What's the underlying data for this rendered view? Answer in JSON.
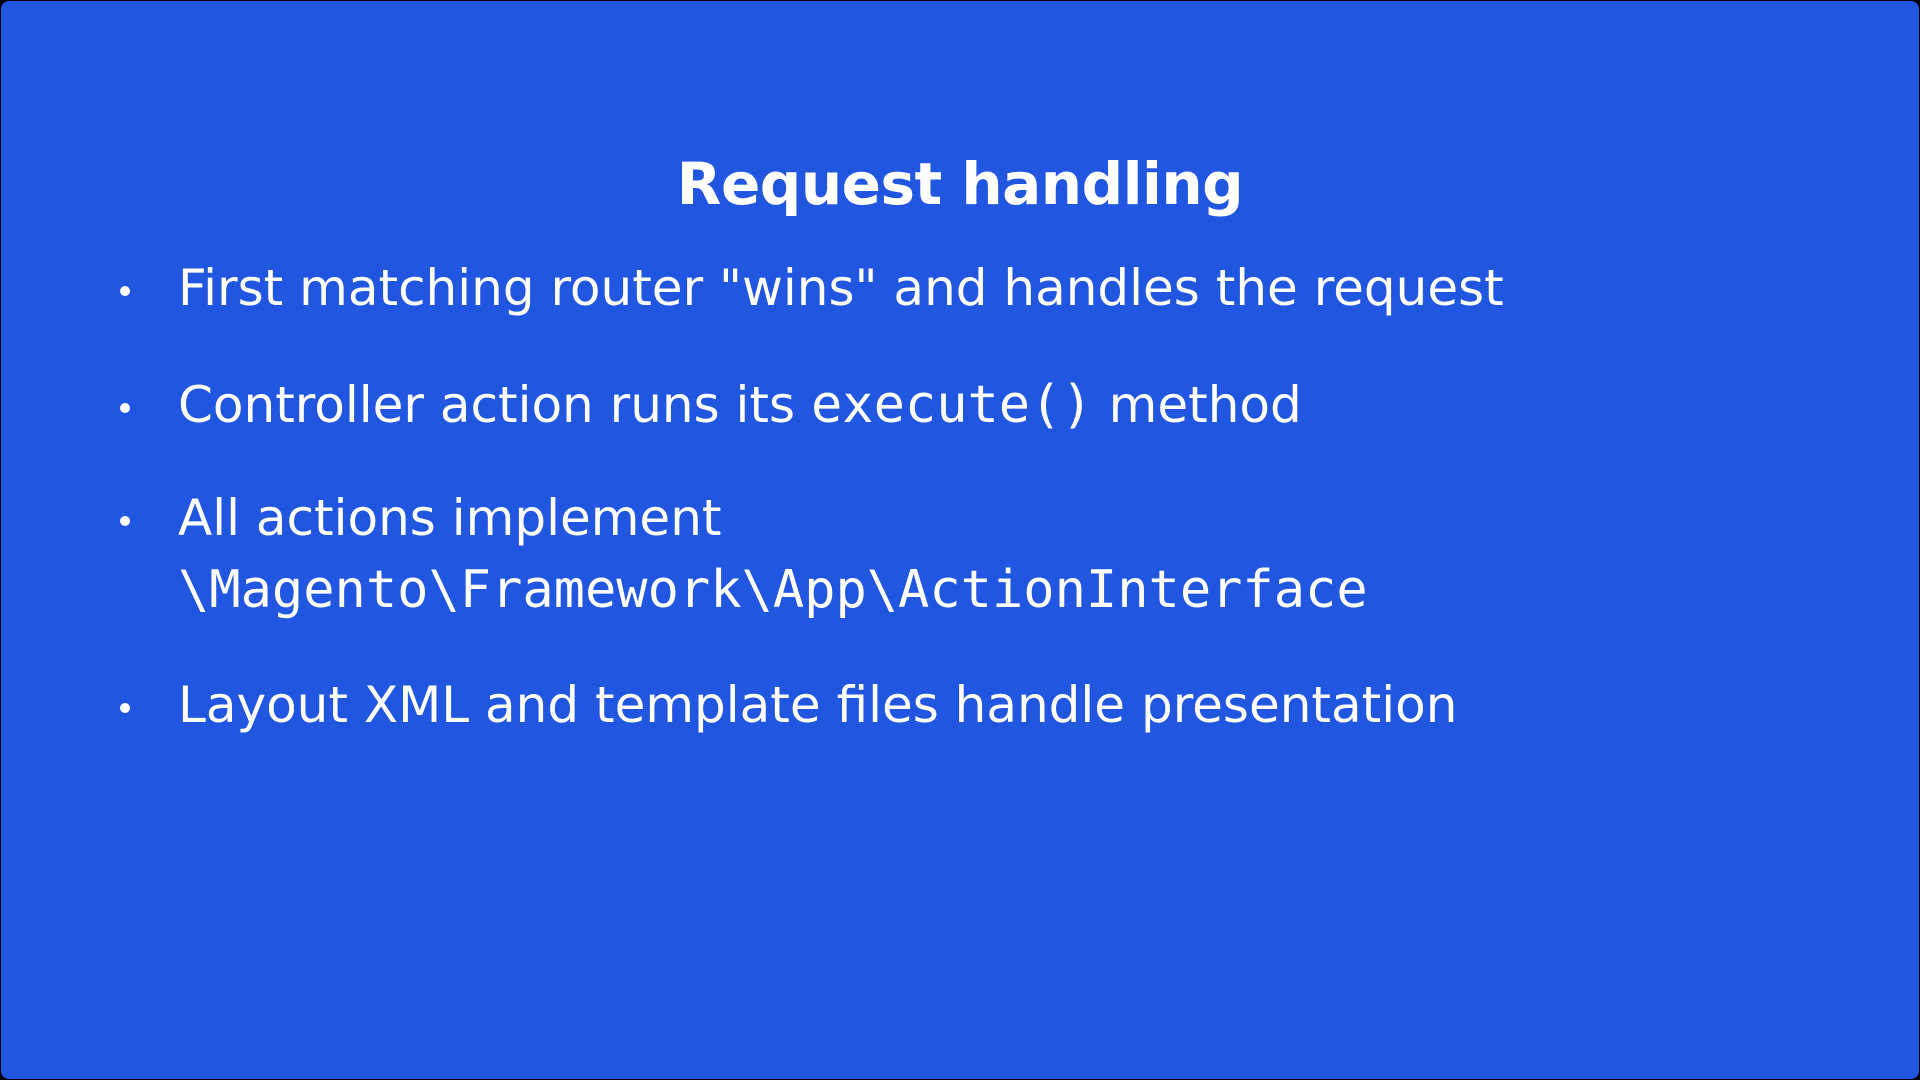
{
  "slide": {
    "title": "Request handling",
    "background_color": "#2156E1",
    "text_color": "#FFFFFF",
    "bullets": [
      {
        "text": "First matching router \"wins\" and handles the request"
      },
      {
        "before": "Controller action runs its ",
        "code": "execute()",
        "after": " method"
      },
      {
        "text": "All actions implement",
        "code": "\\Magento\\Framework\\App\\ActionInterface"
      },
      {
        "text": "Layout XML and template files handle presentation"
      }
    ]
  }
}
